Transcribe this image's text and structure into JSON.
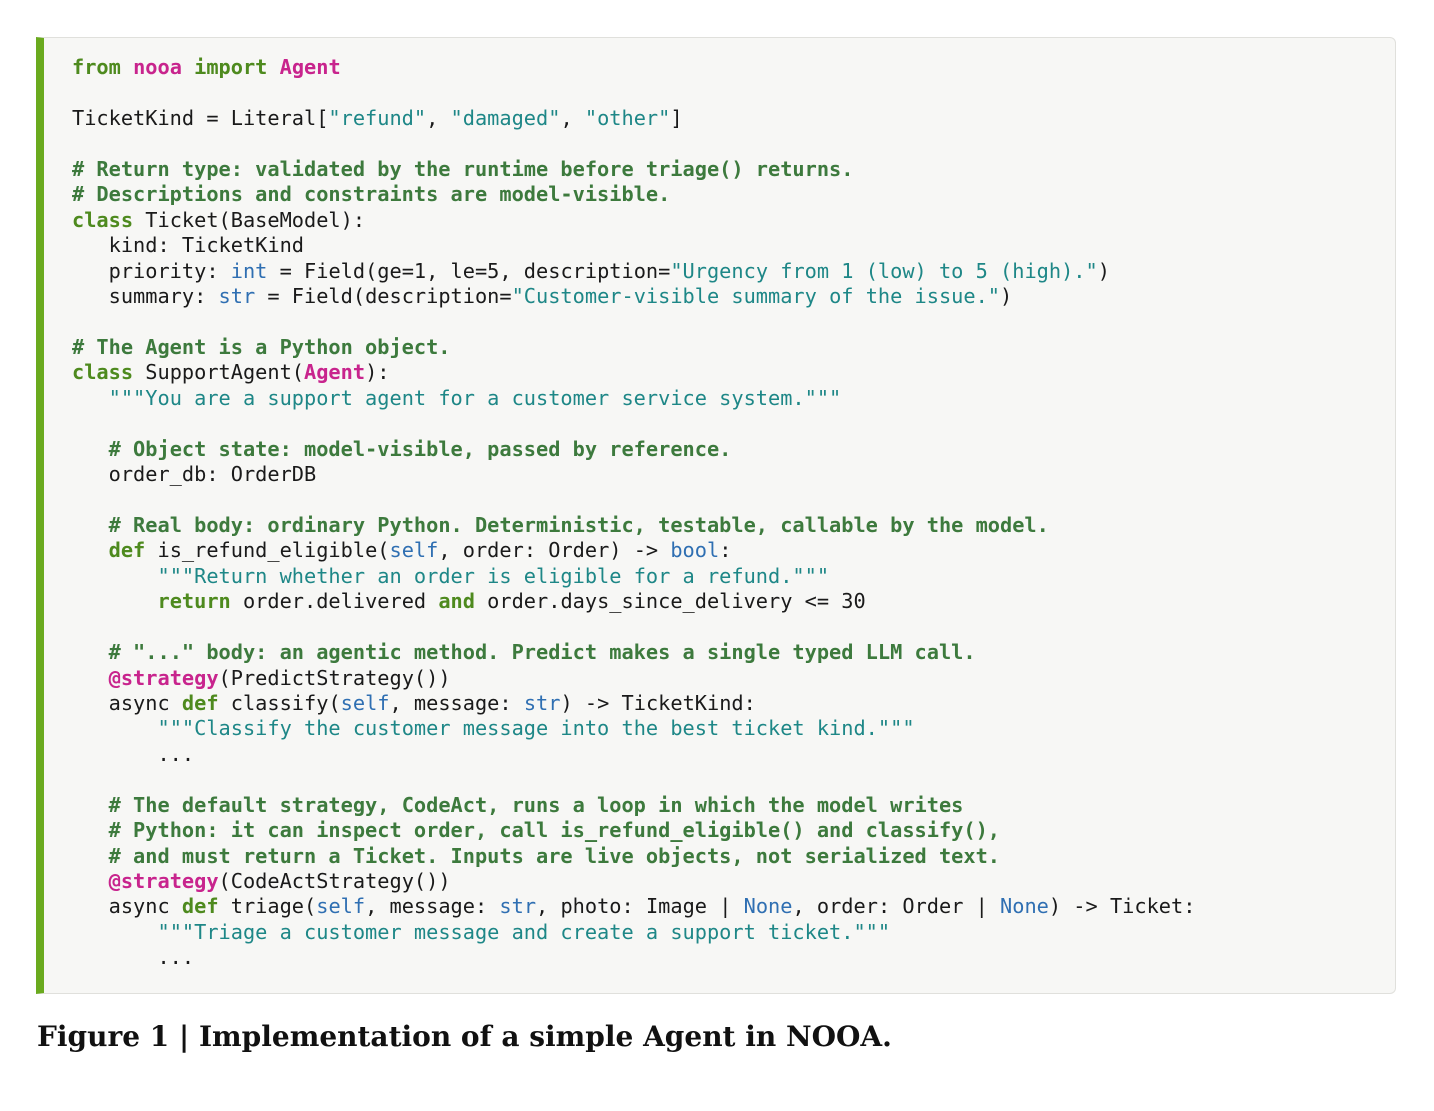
{
  "figure": {
    "caption_label": "Figure 1",
    "caption_separator": "|",
    "caption_text": "Implementation of a simple Agent in NOOA."
  },
  "colors": {
    "accent_bar": "#6aaa1e",
    "keyword": "#4e8a1e",
    "module": "#c8248d",
    "string": "#1e8787",
    "builtin": "#2f6fb2",
    "comment": "#3d7a3d"
  },
  "code": {
    "lines": [
      [
        [
          "kw",
          "from"
        ],
        [
          "",
          ""
        ],
        [
          "t",
          " "
        ],
        [
          "mod",
          "nooa"
        ],
        [
          "t",
          " "
        ],
        [
          "kw",
          "import"
        ],
        [
          "t",
          " "
        ],
        [
          "mod",
          "Agent"
        ]
      ],
      [],
      [
        [
          "t",
          "TicketKind = Literal["
        ],
        [
          "str",
          "\"refund\""
        ],
        [
          "t",
          ", "
        ],
        [
          "str",
          "\"damaged\""
        ],
        [
          "t",
          ", "
        ],
        [
          "str",
          "\"other\""
        ],
        [
          "t",
          "]"
        ]
      ],
      [],
      [
        [
          "com",
          "# Return type: validated by the runtime before triage() returns."
        ]
      ],
      [
        [
          "com",
          "# Descriptions and constraints are model-visible."
        ]
      ],
      [
        [
          "kw",
          "class"
        ],
        [
          "t",
          " Ticket(BaseModel):"
        ]
      ],
      [
        [
          "t",
          "   kind: TicketKind"
        ]
      ],
      [
        [
          "t",
          "   priority: "
        ],
        [
          "bi",
          "int"
        ],
        [
          "t",
          " = Field(ge=1, le=5, description="
        ],
        [
          "str",
          "\"Urgency from 1 (low) to 5 (high).\""
        ],
        [
          "t",
          ")"
        ]
      ],
      [
        [
          "t",
          "   summary: "
        ],
        [
          "bi",
          "str"
        ],
        [
          "t",
          " = Field(description="
        ],
        [
          "str",
          "\"Customer-visible summary of the issue.\""
        ],
        [
          "t",
          ")"
        ]
      ],
      [],
      [
        [
          "com",
          "# The Agent is a Python object."
        ]
      ],
      [
        [
          "kw",
          "class"
        ],
        [
          "t",
          " SupportAgent("
        ],
        [
          "mod",
          "Agent"
        ],
        [
          "t",
          "):"
        ]
      ],
      [
        [
          "t",
          "   "
        ],
        [
          "str",
          "\"\"\"You are a support agent for a customer service system.\"\"\""
        ]
      ],
      [],
      [
        [
          "t",
          "   "
        ],
        [
          "com",
          "# Object state: model-visible, passed by reference."
        ]
      ],
      [
        [
          "t",
          "   order_db: OrderDB"
        ]
      ],
      [],
      [
        [
          "t",
          "   "
        ],
        [
          "com",
          "# Real body: ordinary Python. Deterministic, testable, callable by the model."
        ]
      ],
      [
        [
          "t",
          "   "
        ],
        [
          "kw",
          "def"
        ],
        [
          "t",
          " is_refund_eligible("
        ],
        [
          "bi",
          "self"
        ],
        [
          "t",
          ", order: Order) -> "
        ],
        [
          "bi",
          "bool"
        ],
        [
          "t",
          ":"
        ]
      ],
      [
        [
          "t",
          "       "
        ],
        [
          "str",
          "\"\"\"Return whether an order is eligible for a refund.\"\"\""
        ]
      ],
      [
        [
          "t",
          "       "
        ],
        [
          "kw",
          "return"
        ],
        [
          "t",
          " order.delivered "
        ],
        [
          "kw",
          "and"
        ],
        [
          "t",
          " order.days_since_delivery <= 30"
        ]
      ],
      [],
      [
        [
          "t",
          "   "
        ],
        [
          "com",
          "# \"...\" body: an agentic method. Predict makes a single typed LLM call."
        ]
      ],
      [
        [
          "t",
          "   "
        ],
        [
          "dec",
          "@strategy"
        ],
        [
          "t",
          "(PredictStrategy())"
        ]
      ],
      [
        [
          "t",
          "   async "
        ],
        [
          "kw",
          "def"
        ],
        [
          "t",
          " classify("
        ],
        [
          "bi",
          "self"
        ],
        [
          "t",
          ", message: "
        ],
        [
          "bi",
          "str"
        ],
        [
          "t",
          ") -> TicketKind:"
        ]
      ],
      [
        [
          "t",
          "       "
        ],
        [
          "str",
          "\"\"\"Classify the customer message into the best ticket kind.\"\"\""
        ]
      ],
      [
        [
          "t",
          "       ..."
        ]
      ],
      [],
      [
        [
          "t",
          "   "
        ],
        [
          "com",
          "# The default strategy, CodeAct, runs a loop in which the model writes"
        ]
      ],
      [
        [
          "t",
          "   "
        ],
        [
          "com",
          "# Python: it can inspect order, call is_refund_eligible() and classify(),"
        ]
      ],
      [
        [
          "t",
          "   "
        ],
        [
          "com",
          "# and must return a Ticket. Inputs are live objects, not serialized text."
        ]
      ],
      [
        [
          "t",
          "   "
        ],
        [
          "dec",
          "@strategy"
        ],
        [
          "t",
          "(CodeActStrategy())"
        ]
      ],
      [
        [
          "t",
          "   async "
        ],
        [
          "kw",
          "def"
        ],
        [
          "t",
          " triage("
        ],
        [
          "bi",
          "self"
        ],
        [
          "t",
          ", message: "
        ],
        [
          "bi",
          "str"
        ],
        [
          "t",
          ", photo: Image | "
        ],
        [
          "bi",
          "None"
        ],
        [
          "t",
          ", order: Order | "
        ],
        [
          "bi",
          "None"
        ],
        [
          "t",
          ") -> Ticket:"
        ]
      ],
      [
        [
          "t",
          "       "
        ],
        [
          "str",
          "\"\"\"Triage a customer message and create a support ticket.\"\"\""
        ]
      ],
      [
        [
          "t",
          "       ..."
        ]
      ]
    ]
  }
}
